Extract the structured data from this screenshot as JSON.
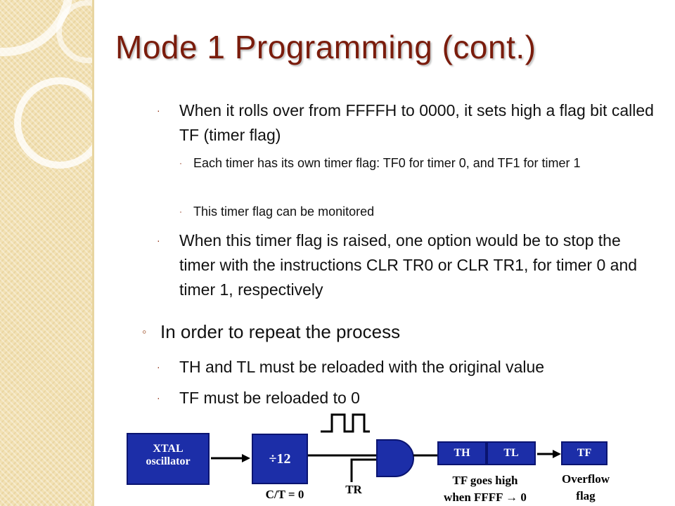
{
  "slide": {
    "title": "Mode 1 Programming (cont.)",
    "bullets": [
      {
        "level": 2,
        "text": "When it rolls over from FFFFH to 0000, it sets high a flag bit called TF (timer flag)"
      },
      {
        "level": 3,
        "text": "Each timer has its own timer flag: TF0 for timer 0, and TF1 for timer 1"
      },
      {
        "level": 3,
        "text": "This timer flag can be monitored"
      },
      {
        "level": 2,
        "text": "When this timer flag is raised, one option would be to stop the timer with the instructions CLR TR0 or CLR TR1, for timer 0 and timer 1, respectively"
      },
      {
        "level": 1,
        "text": "In order to repeat the process"
      },
      {
        "level": 2,
        "text": "TH and TL must be reloaded with the original value"
      },
      {
        "level": 2,
        "text": "TF must be reloaded to 0"
      }
    ],
    "bullet_marks": {
      "level1": "◦",
      "level2": "·",
      "level3": "·"
    }
  },
  "diagram": {
    "xtal_line1": "XTAL",
    "xtal_line2": "oscillator",
    "divider": "÷12",
    "ct_label": "C/T = 0",
    "tr_label": "TR",
    "th": "TH",
    "tl": "TL",
    "tf": "TF",
    "tf_note_line1": "TF goes high",
    "tf_note_line2": "when FFFF → 0",
    "overflow_line1": "Overflow",
    "overflow_line2": "flag"
  },
  "colors": {
    "title": "#7a1c0c",
    "bullet_mark": "#8b2a0d",
    "box_fill": "#1c2ea8",
    "sidebar": "#f2e1b4"
  }
}
